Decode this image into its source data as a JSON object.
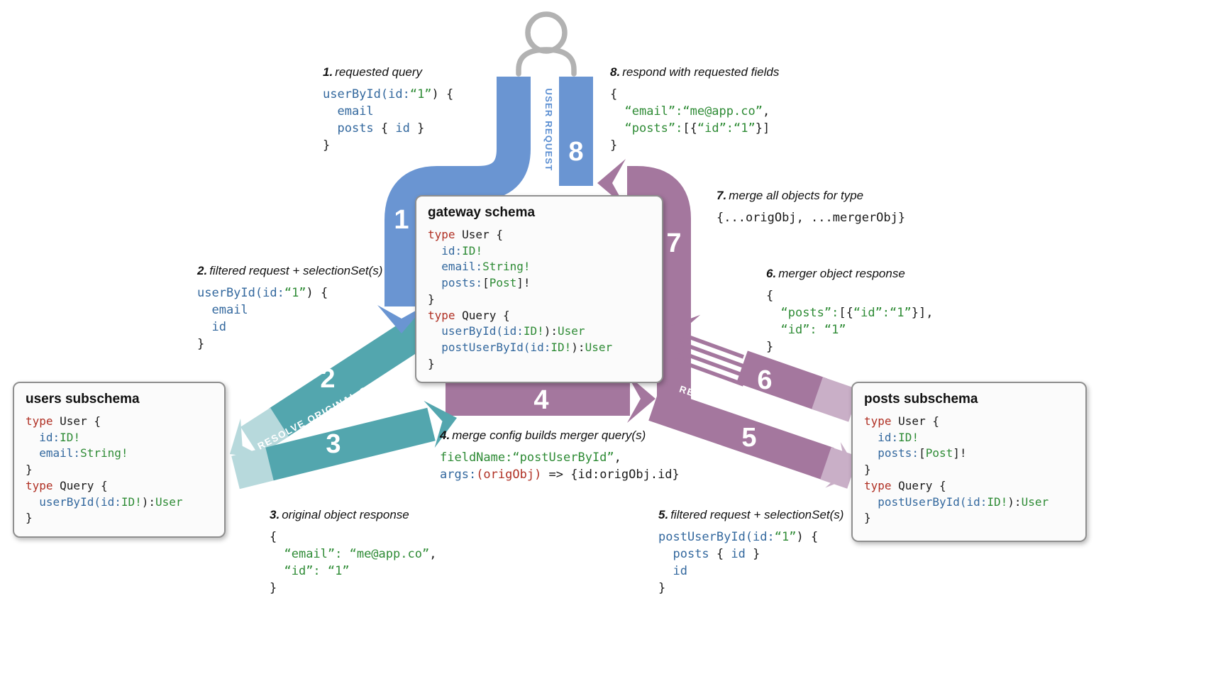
{
  "palette": {
    "request_blue": "#6a95d2",
    "merger_purple": "#a4779e",
    "merger_purple_pale": "#c9afc7",
    "original_teal": "#53a6ae",
    "original_teal_pale": "#b7d9dc",
    "keyword_red": "#b03024",
    "field_blue": "#33689e",
    "string_green": "#2e8b35",
    "user_icon_gray": "#b2b2b2"
  },
  "arrows": {
    "numbers": [
      "1",
      "2",
      "3",
      "4",
      "5",
      "6",
      "7",
      "8"
    ],
    "user_request_label": "USER REQUEST",
    "resolve_original_label": "RESOLVE ORIGINAL OBJECT",
    "resolve_merger_label": "RESOLVE MERGER OBJECT(S)"
  },
  "boxes": {
    "gateway": {
      "title": "gateway schema",
      "code": [
        [
          {
            "t": "type",
            "c": "k"
          },
          {
            "t": " User {",
            "c": "p"
          }
        ],
        [
          {
            "t": "  "
          },
          {
            "t": "id:",
            "c": "f"
          },
          {
            "t": "ID!",
            "c": "s"
          }
        ],
        [
          {
            "t": "  "
          },
          {
            "t": "email:",
            "c": "f"
          },
          {
            "t": "String!",
            "c": "s"
          }
        ],
        [
          {
            "t": "  "
          },
          {
            "t": "posts:",
            "c": "f"
          },
          {
            "t": "[",
            "c": "p"
          },
          {
            "t": "Post",
            "c": "s"
          },
          {
            "t": "]!",
            "c": "p"
          }
        ],
        [
          {
            "t": "}",
            "c": "p"
          }
        ],
        [
          {
            "t": "type",
            "c": "k"
          },
          {
            "t": " Query {",
            "c": "p"
          }
        ],
        [
          {
            "t": "  "
          },
          {
            "t": "userById(id:",
            "c": "f"
          },
          {
            "t": "ID!",
            "c": "s"
          },
          {
            "t": "):",
            "c": "p"
          },
          {
            "t": "User",
            "c": "s"
          }
        ],
        [
          {
            "t": "  "
          },
          {
            "t": "postUserById(id:",
            "c": "f"
          },
          {
            "t": "ID!",
            "c": "s"
          },
          {
            "t": "):",
            "c": "p"
          },
          {
            "t": "User",
            "c": "s"
          }
        ],
        [
          {
            "t": "}",
            "c": "p"
          }
        ]
      ]
    },
    "users": {
      "title": "users subschema",
      "code": [
        [
          {
            "t": "type",
            "c": "k"
          },
          {
            "t": " User {",
            "c": "p"
          }
        ],
        [
          {
            "t": "  "
          },
          {
            "t": "id:",
            "c": "f"
          },
          {
            "t": "ID!",
            "c": "s"
          }
        ],
        [
          {
            "t": "  "
          },
          {
            "t": "email:",
            "c": "f"
          },
          {
            "t": "String!",
            "c": "s"
          }
        ],
        [
          {
            "t": "}",
            "c": "p"
          }
        ],
        [
          {
            "t": "type",
            "c": "k"
          },
          {
            "t": " Query {",
            "c": "p"
          }
        ],
        [
          {
            "t": "  "
          },
          {
            "t": "userById(id:",
            "c": "f"
          },
          {
            "t": "ID!",
            "c": "s"
          },
          {
            "t": "):",
            "c": "p"
          },
          {
            "t": "User",
            "c": "s"
          }
        ],
        [
          {
            "t": "}",
            "c": "p"
          }
        ]
      ]
    },
    "posts": {
      "title": "posts subschema",
      "code": [
        [
          {
            "t": "type",
            "c": "k"
          },
          {
            "t": " User {",
            "c": "p"
          }
        ],
        [
          {
            "t": "  "
          },
          {
            "t": "id:",
            "c": "f"
          },
          {
            "t": "ID!",
            "c": "s"
          }
        ],
        [
          {
            "t": "  "
          },
          {
            "t": "posts:",
            "c": "f"
          },
          {
            "t": "[",
            "c": "p"
          },
          {
            "t": "Post",
            "c": "s"
          },
          {
            "t": "]!",
            "c": "p"
          }
        ],
        [
          {
            "t": "}",
            "c": "p"
          }
        ],
        [
          {
            "t": "type",
            "c": "k"
          },
          {
            "t": " Query {",
            "c": "p"
          }
        ],
        [
          {
            "t": "  "
          },
          {
            "t": "postUserById(id:",
            "c": "f"
          },
          {
            "t": "ID!",
            "c": "s"
          },
          {
            "t": "):",
            "c": "p"
          },
          {
            "t": "User",
            "c": "s"
          }
        ],
        [
          {
            "t": "}",
            "c": "p"
          }
        ]
      ]
    }
  },
  "annotations": [
    {
      "num": "1.",
      "label": "requested query",
      "code": [
        [
          {
            "t": "userById(id:",
            "c": "f"
          },
          {
            "t": "“1”",
            "c": "s"
          },
          {
            "t": ") {",
            "c": "p"
          }
        ],
        [
          {
            "t": "  "
          },
          {
            "t": "email",
            "c": "f"
          }
        ],
        [
          {
            "t": "  "
          },
          {
            "t": "posts",
            "c": "f"
          },
          {
            "t": " { ",
            "c": "p"
          },
          {
            "t": "id",
            "c": "f"
          },
          {
            "t": " }",
            "c": "p"
          }
        ],
        [
          {
            "t": "}",
            "c": "p"
          }
        ]
      ]
    },
    {
      "num": "2.",
      "label": "filtered request + selectionSet(s)",
      "code": [
        [
          {
            "t": "userById(id:",
            "c": "f"
          },
          {
            "t": "“1”",
            "c": "s"
          },
          {
            "t": ") {",
            "c": "p"
          }
        ],
        [
          {
            "t": "  "
          },
          {
            "t": "email",
            "c": "f"
          }
        ],
        [
          {
            "t": "  "
          },
          {
            "t": "id",
            "c": "f"
          }
        ],
        [
          {
            "t": "}",
            "c": "p"
          }
        ]
      ]
    },
    {
      "num": "3.",
      "label": "original object response",
      "code": [
        [
          {
            "t": "{",
            "c": "p"
          }
        ],
        [
          {
            "t": "  "
          },
          {
            "t": "“email”: “me@app.co”",
            "c": "s"
          },
          {
            "t": ",",
            "c": "p"
          }
        ],
        [
          {
            "t": "  "
          },
          {
            "t": "“id”: “1”",
            "c": "s"
          }
        ],
        [
          {
            "t": "}",
            "c": "p"
          }
        ]
      ]
    },
    {
      "num": "4.",
      "label": "merge config builds merger query(s)",
      "code": [
        [
          {
            "t": "fieldName:",
            "c": "s"
          },
          {
            "t": "“postUserById”",
            "c": "s"
          },
          {
            "t": ",",
            "c": "p"
          }
        ],
        [
          {
            "t": "args:",
            "c": "f"
          },
          {
            "t": "(origObj)",
            "c": "k"
          },
          {
            "t": " => {id:origObj.id}",
            "c": "p"
          }
        ]
      ]
    },
    {
      "num": "5.",
      "label": "filtered request + selectionSet(s)",
      "code": [
        [
          {
            "t": "postUserById(id:",
            "c": "f"
          },
          {
            "t": "“1”",
            "c": "s"
          },
          {
            "t": ") {",
            "c": "p"
          }
        ],
        [
          {
            "t": "  "
          },
          {
            "t": "posts",
            "c": "f"
          },
          {
            "t": " { ",
            "c": "p"
          },
          {
            "t": "id",
            "c": "f"
          },
          {
            "t": " }",
            "c": "p"
          }
        ],
        [
          {
            "t": "  "
          },
          {
            "t": "id",
            "c": "f"
          }
        ],
        [
          {
            "t": "}",
            "c": "p"
          }
        ]
      ]
    },
    {
      "num": "6.",
      "label": "merger object response",
      "code": [
        [
          {
            "t": "{",
            "c": "p"
          }
        ],
        [
          {
            "t": "  "
          },
          {
            "t": "“posts”:",
            "c": "s"
          },
          {
            "t": "[{",
            "c": "p"
          },
          {
            "t": "“id”:“1”",
            "c": "s"
          },
          {
            "t": "}],",
            "c": "p"
          }
        ],
        [
          {
            "t": "  "
          },
          {
            "t": "“id”: “1”",
            "c": "s"
          }
        ],
        [
          {
            "t": "}",
            "c": "p"
          }
        ]
      ]
    },
    {
      "num": "7.",
      "label": "merge all objects for type",
      "code": [
        [
          {
            "t": "{...origObj, ...mergerObj}",
            "c": "p"
          }
        ]
      ]
    },
    {
      "num": "8.",
      "label": "respond with requested fields",
      "code": [
        [
          {
            "t": "{",
            "c": "p"
          }
        ],
        [
          {
            "t": "  "
          },
          {
            "t": "“email”:“me@app.co”",
            "c": "s"
          },
          {
            "t": ",",
            "c": "p"
          }
        ],
        [
          {
            "t": "  "
          },
          {
            "t": "“posts”:",
            "c": "s"
          },
          {
            "t": "[{",
            "c": "p"
          },
          {
            "t": "“id”:“1”",
            "c": "s"
          },
          {
            "t": "}]",
            "c": "p"
          }
        ],
        [
          {
            "t": "}",
            "c": "p"
          }
        ]
      ]
    }
  ]
}
